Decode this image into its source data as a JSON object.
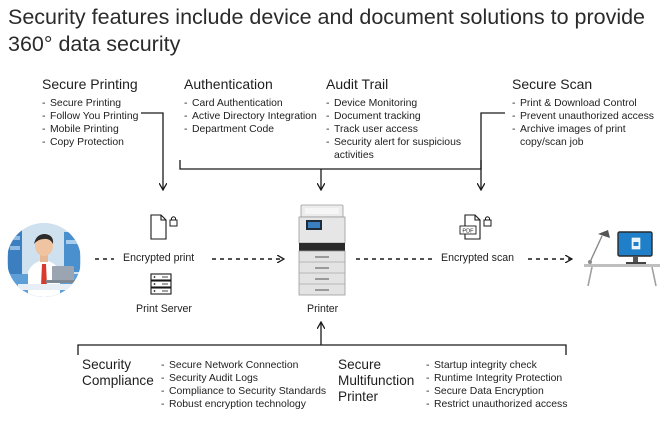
{
  "title": "Security features include device and document solutions to provide 360° data security",
  "sections": {
    "secure_printing": {
      "heading": "Secure Printing",
      "items": [
        "Secure Printing",
        "Follow You Printing",
        "Mobile Printing",
        "Copy Protection"
      ]
    },
    "authentication": {
      "heading": "Authentication",
      "items": [
        "Card Authentication",
        "Active Directory Integration",
        "Department Code"
      ]
    },
    "audit_trail": {
      "heading": "Audit Trail",
      "items": [
        "Device Monitoring",
        "Document tracking",
        "Track user access",
        "Security alert for suspicious activities"
      ]
    },
    "secure_scan": {
      "heading": "Secure Scan",
      "items": [
        "Print & Download Control",
        "Prevent unauthorized access",
        "Archive images of print copy/scan job"
      ]
    },
    "security_compliance": {
      "heading": "Security Compliance",
      "items": [
        "Secure Network Connection",
        "Security Audit Logs",
        "Compliance to Security Standards",
        "Robust encryption technology"
      ]
    },
    "secure_mfp": {
      "heading": "Secure Multifunction Printer",
      "items": [
        "Startup integrity check",
        "Runtime Integrity Protection",
        "Secure Data Encryption",
        "Restrict unauthorized access"
      ]
    }
  },
  "flow": {
    "encrypted_print": "Encrypted print",
    "print_server": "Print Server",
    "printer": "Printer",
    "encrypted_scan": "Encrypted scan",
    "pdf_badge": "PDF"
  },
  "colors": {
    "accent_blue": "#2f7fc4",
    "line": "#1a1a1a",
    "printer_gray": "#d9d9d9"
  }
}
